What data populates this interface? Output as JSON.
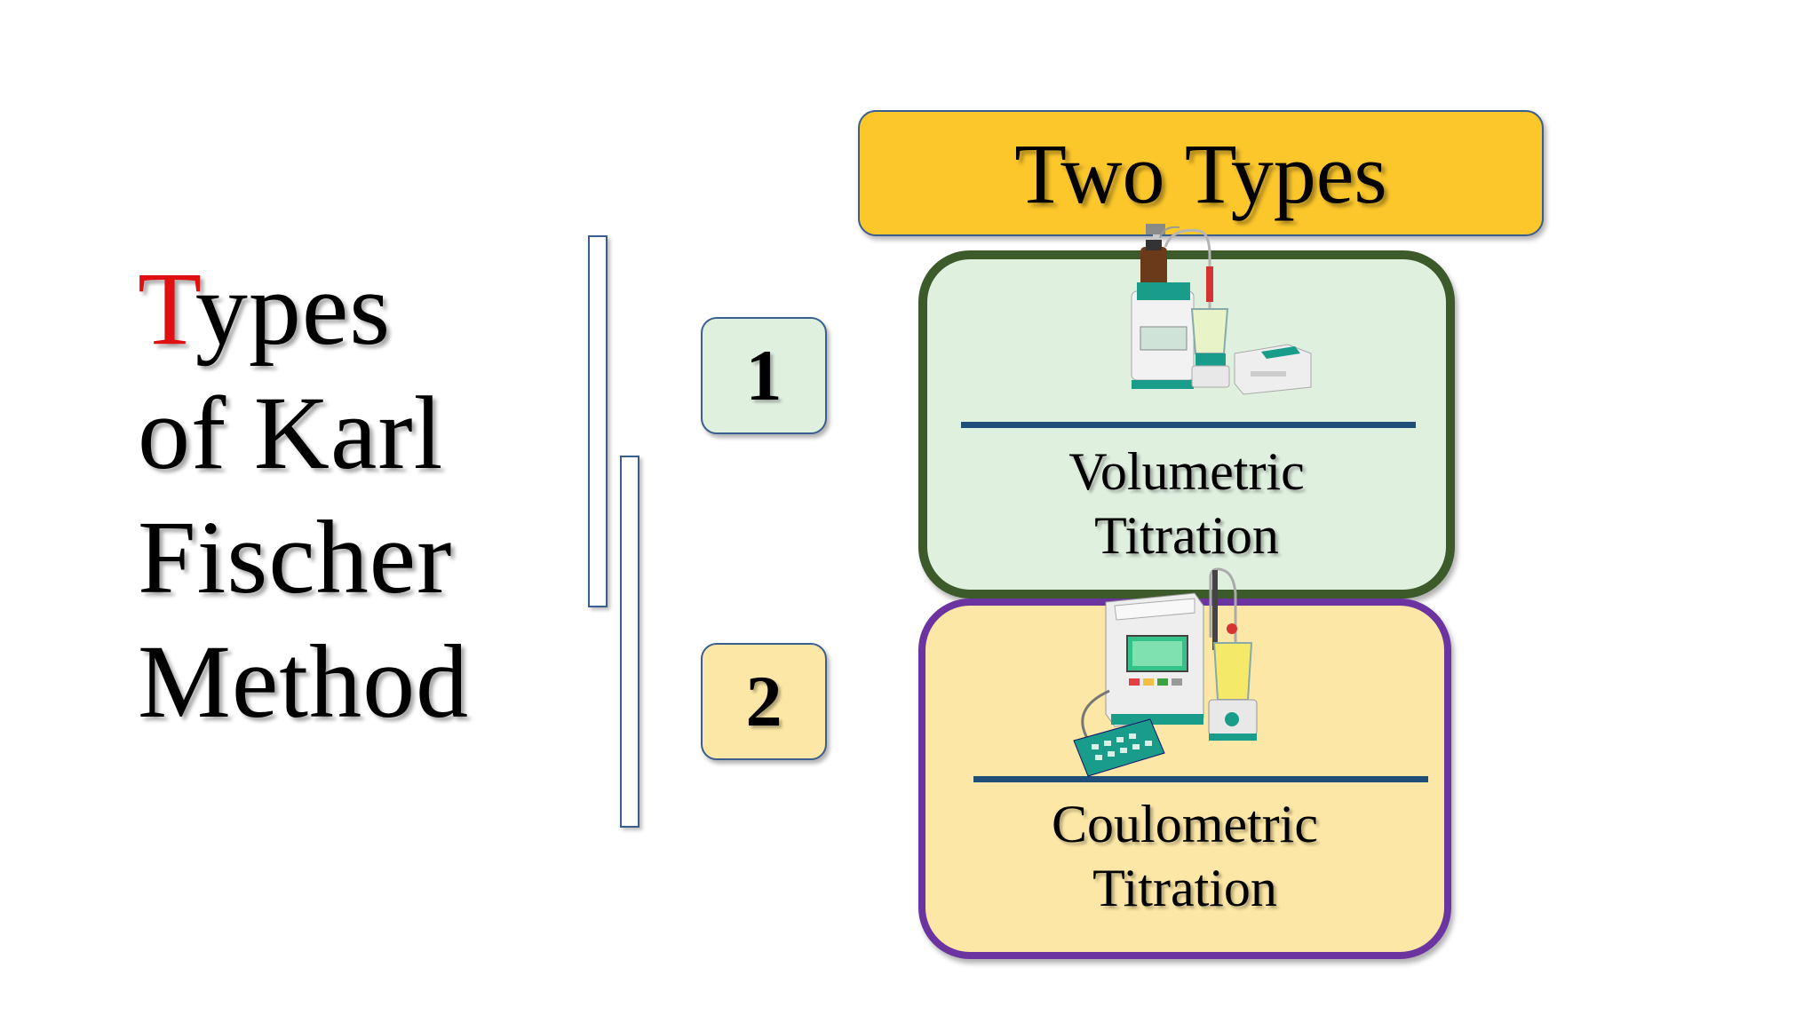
{
  "slide": {
    "title_first_letter": "T",
    "title_line1_rest": "ypes",
    "title_line2": "of Karl",
    "title_line3": "Fischer",
    "title_line4": "Method",
    "header": "Two Types",
    "items": [
      {
        "number": "1",
        "label_line1": "Volumetric",
        "label_line2": "Titration"
      },
      {
        "number": "2",
        "label_line1": "Coulometric",
        "label_line2": "Titration"
      }
    ]
  },
  "colors": {
    "accent_red": "#e01010",
    "header_yellow": "#fcc72b",
    "card1_fill": "#dff0df",
    "card1_border": "#3c5a2a",
    "card2_fill": "#fce7a6",
    "card2_border": "#6b34a0",
    "divider_blue": "#1f4e79"
  },
  "icons": [
    "volumetric-titrator-icon",
    "coulometric-titrator-icon"
  ]
}
